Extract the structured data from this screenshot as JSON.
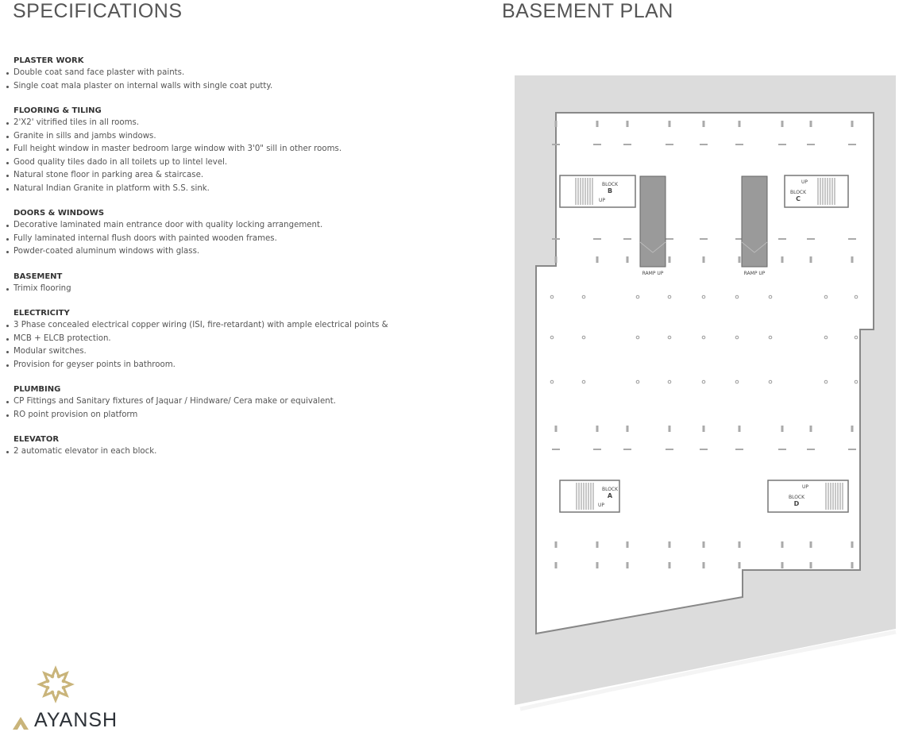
{
  "specifications": {
    "title": "SPECIFICATIONS",
    "sections": [
      {
        "heading": "PLASTER WORK",
        "items": [
          "Double coat sand face plaster with paints.",
          "Single coat mala plaster on internal walls with single coat putty."
        ]
      },
      {
        "heading": "FLOORING & TILING",
        "items": [
          "2'X2' vitrified tiles in all rooms.",
          "Granite in sills and jambs windows.",
          "Full height window in master bedroom large window with 3'0\" sill in other rooms.",
          "Good quality tiles dado in all toilets up to lintel level.",
          "Natural stone floor in parking area & staircase.",
          "Natural Indian Granite in platform with S.S. sink."
        ]
      },
      {
        "heading": "DOORS & WINDOWS",
        "items": [
          "Decorative laminated main entrance door with quality locking arrangement.",
          "Fully laminated internal flush doors with painted wooden frames.",
          "Powder-coated aluminum windows with glass."
        ]
      },
      {
        "heading": "BASEMENT",
        "items": [
          "Trimix flooring"
        ]
      },
      {
        "heading": "ELECTRICITY",
        "items": [
          "3 Phase concealed electrical copper wiring (ISI, fire-retardant) with ample electrical points &",
          "MCB + ELCB protection.",
          "Modular switches.",
          "Provision for geyser points in bathroom."
        ]
      },
      {
        "heading": "PLUMBING",
        "items": [
          "CP Fittings and Sanitary fixtures of Jaquar / Hindware/ Cera make or equivalent.",
          "RO point provision on platform"
        ]
      },
      {
        "heading": "ELEVATOR",
        "items": [
          "2 automatic elevator in each block."
        ]
      }
    ]
  },
  "plan": {
    "title": "BASEMENT PLAN",
    "block_word": "BLOCK",
    "blocks": [
      "B",
      "C",
      "A",
      "D"
    ],
    "up_label": "UP",
    "ramp_label": "RAMP UP"
  },
  "brand": {
    "name": "AYANSH",
    "gold": "#c9b47a",
    "dark": "#2d3238"
  },
  "colors": {
    "site": "#dcdcdc",
    "ramp": "#9a9a9a"
  }
}
